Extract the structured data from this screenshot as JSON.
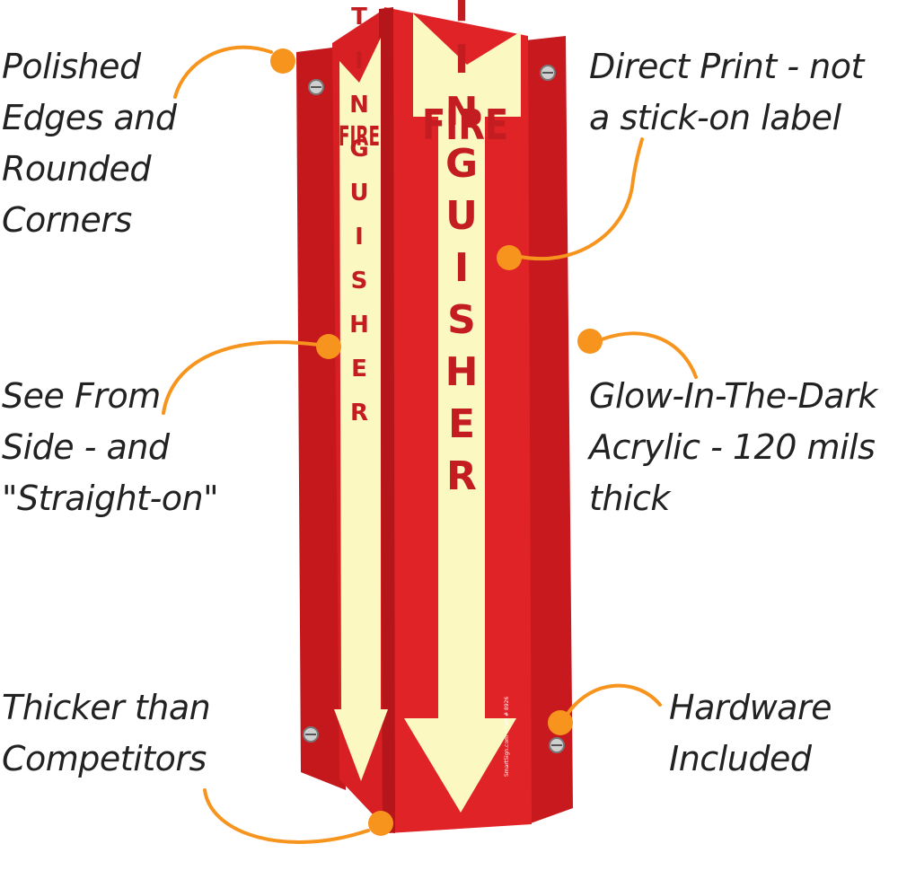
{
  "callouts": {
    "polished": "Polished\nEdges and\nRounded\nCorners",
    "direct_print": "Direct Print - not\na stick-on label",
    "see_from_side": "See From\nSide - and\n\"Straight-on\"",
    "glow": "Glow-In-The-Dark\nAcrylic - 120 mils\nthick",
    "thicker": "Thicker than\nCompetitors",
    "hardware": "Hardware\nIncluded"
  },
  "sign": {
    "word_top": "FIRE",
    "word_main": "EXTINGUISHER",
    "fine_print": "SmartSign.com • Part # 8926"
  },
  "colors": {
    "sign_red": "#d81f23",
    "sign_red_dark": "#b5161a",
    "glow_yellow": "#fbf8c2",
    "text_red": "#c31d22",
    "accent_orange": "#f7941d"
  }
}
